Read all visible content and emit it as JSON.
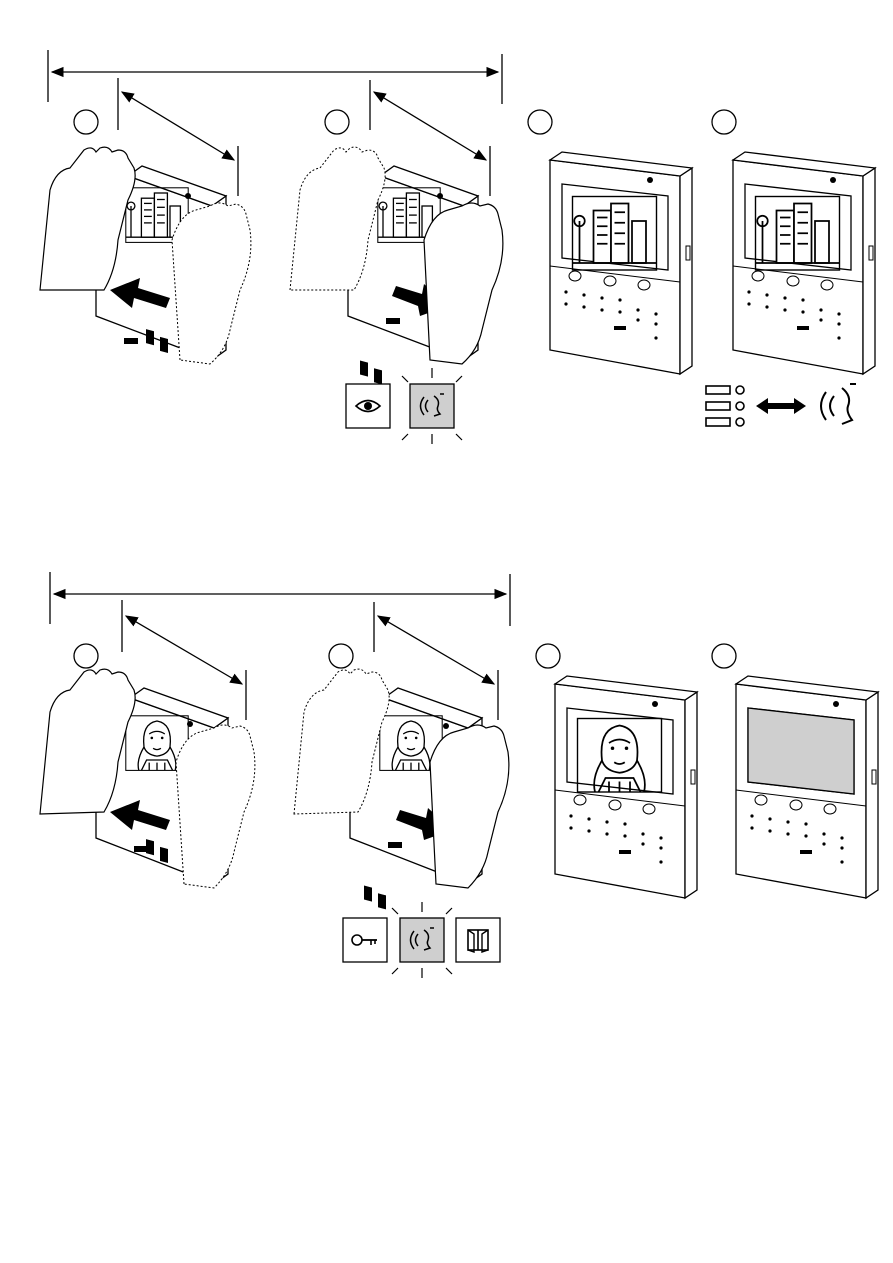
{
  "sections": [
    {
      "id": "top",
      "scene": "building",
      "steps": [
        {
          "number": "",
          "variant": "swipe-left"
        },
        {
          "number": "",
          "variant": "swipe-right"
        },
        {
          "number": "",
          "variant": "device"
        },
        {
          "number": "",
          "variant": "device"
        }
      ],
      "feedback_icons": [
        "eye-icon",
        "voice-icon"
      ],
      "result_icons": [
        "menu-list-icon",
        "double-arrow-icon",
        "voice-icon"
      ]
    },
    {
      "id": "bottom",
      "scene": "visitor",
      "steps": [
        {
          "number": "",
          "variant": "swipe-left"
        },
        {
          "number": "",
          "variant": "swipe-right"
        },
        {
          "number": "",
          "variant": "device"
        },
        {
          "number": "",
          "variant": "device-off"
        }
      ],
      "feedback_icons": [
        "key-icon",
        "voice-icon",
        "gate-icon"
      ]
    }
  ],
  "colors": {
    "line": "#000000",
    "highlight": "#cfcfcf",
    "background": "#ffffff"
  }
}
